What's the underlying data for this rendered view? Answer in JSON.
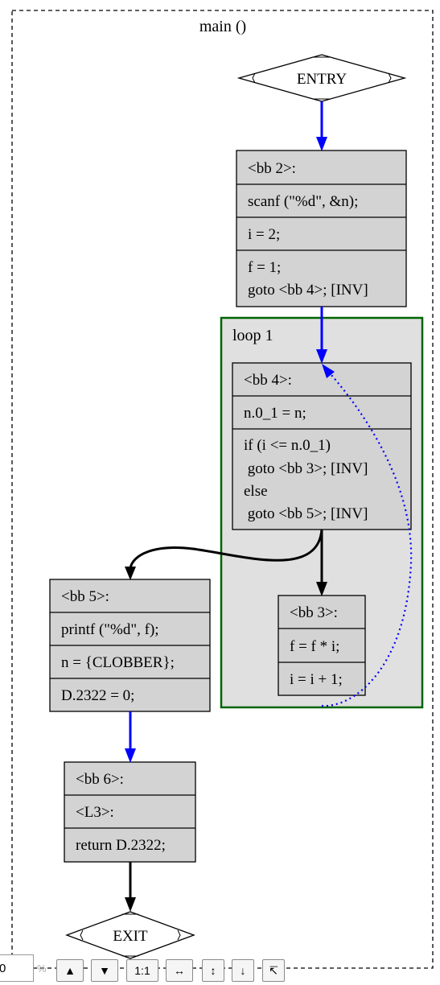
{
  "cluster_title": "main ()",
  "loop_title": "loop 1",
  "entry_label": "ENTRY",
  "exit_label": "EXIT",
  "bb2": [
    "<bb 2>:",
    "scanf (\"%d\", &n);",
    "i = 2;",
    "f = 1;",
    "goto <bb 4>; [INV]"
  ],
  "bb4": [
    "<bb 4>:",
    "n.0_1 = n;",
    "if (i <= n.0_1)",
    " goto <bb 3>; [INV]",
    "else",
    " goto <bb 5>; [INV]"
  ],
  "bb3": [
    "<bb 3>:",
    "f = f * i;",
    "i = i + 1;"
  ],
  "bb5": [
    "<bb 5>:",
    "printf (\"%d\", f);",
    "n = {CLOBBER};",
    "D.2322 = 0;"
  ],
  "bb6": [
    "<bb 6>:",
    "<L3>:",
    "return D.2322;"
  ],
  "colors": {
    "node_fill": "#d3d3d3",
    "loop_fill": "#e0e0e0",
    "loop_border": "#006400",
    "edge_blue": "#0000ff",
    "edge_black": "#000000"
  },
  "toolbar": {
    "zoom_value": "0",
    "zoom_unit": "%",
    "zoom_in": "▲",
    "zoom_out": "▼",
    "actual_size": "1:1",
    "fit_width": "↔",
    "fit_height": "↕",
    "scroll_down": "↓",
    "scroll_home": "↸"
  }
}
